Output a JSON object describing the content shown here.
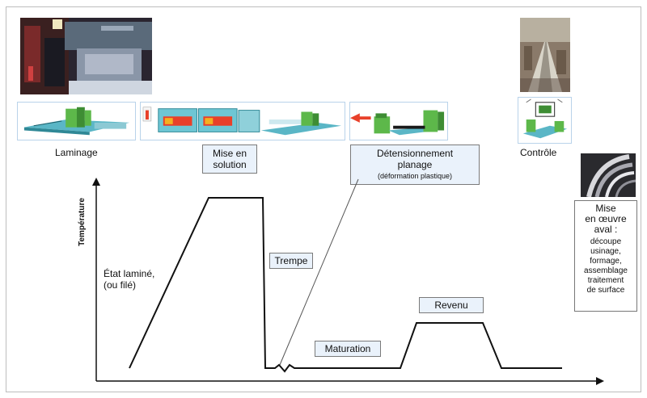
{
  "stages": {
    "laminage": "Laminage",
    "mise_en_solution_line1": "Mise en",
    "mise_en_solution_line2": "solution",
    "detension_line1": "Détensionnement",
    "detension_line2": "planage",
    "detension_sub": "(déformation plastique)",
    "controle": "Contrôle"
  },
  "curve": {
    "ylabel": "Température",
    "etat_line1": "État laminé,",
    "etat_line2": "(ou filé)",
    "trempe": "Trempe",
    "maturation": "Maturation",
    "revenu": "Revenu"
  },
  "aval": {
    "title_line1": "Mise",
    "title_line2": "en œuvre",
    "title_line3": "aval :",
    "items": [
      "découpe",
      "usinage,",
      "formage,",
      "assemblage",
      "traitement",
      "de surface"
    ]
  },
  "colors": {
    "box_fill": "#eaf2fb",
    "furnace_red": "#e8402a",
    "machine_green": "#5db84a",
    "machine_teal": "#3fb3c4"
  }
}
